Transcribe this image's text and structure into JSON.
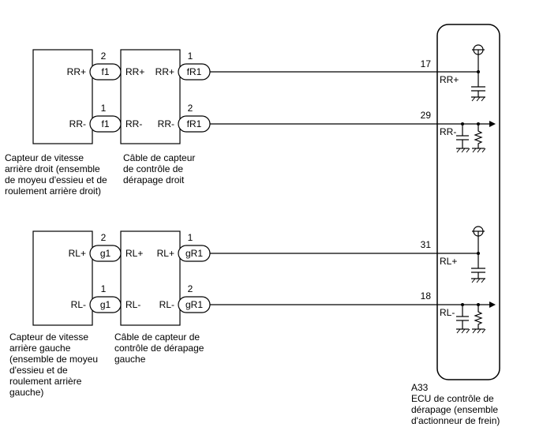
{
  "sensors": [
    {
      "label": "Capteur de vitesse\narrière droit (ensemble\nde moyeu d'essieu et de\nroulement arrière droit)",
      "cable_label": "Câble de capteur\nde contrôle de\ndérapage droit",
      "lines": [
        {
          "signal": "RR+",
          "sensor_connector": "f1",
          "sensor_pin": "2",
          "cable_connector": "fR1",
          "cable_pin": "1",
          "ecu_pin": "17"
        },
        {
          "signal": "RR-",
          "sensor_connector": "f1",
          "sensor_pin": "1",
          "cable_connector": "fR1",
          "cable_pin": "2",
          "ecu_pin": "29"
        }
      ]
    },
    {
      "label": "Capteur de vitesse\narrière gauche\n(ensemble de moyeu\nd'essieu et de\nroulement arrière\ngauche)",
      "cable_label": "Câble de capteur de\ncontrôle de dérapage\ngauche",
      "lines": [
        {
          "signal": "RL+",
          "sensor_connector": "g1",
          "sensor_pin": "2",
          "cable_connector": "gR1",
          "cable_pin": "1",
          "ecu_pin": "31"
        },
        {
          "signal": "RL-",
          "sensor_connector": "g1",
          "sensor_pin": "1",
          "cable_connector": "gR1",
          "cable_pin": "2",
          "ecu_pin": "18"
        }
      ]
    }
  ],
  "ecu": {
    "code": "A33",
    "label": "ECU de contrôle de\ndérapage (ensemble\nd'actionneur de frein)"
  }
}
